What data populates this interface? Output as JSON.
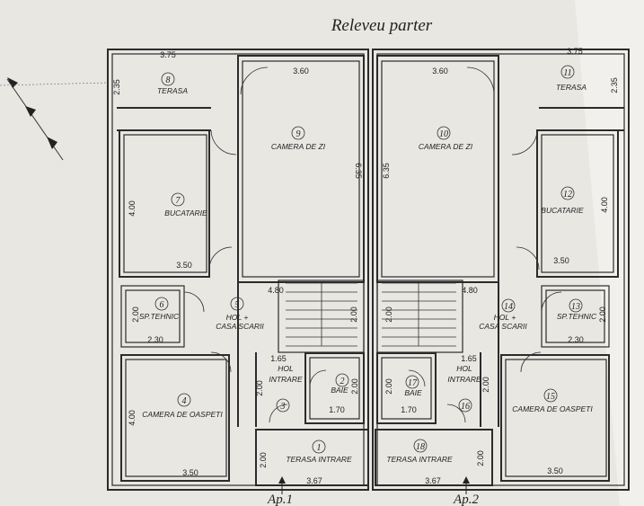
{
  "title": "Releveu parter",
  "rooms": [
    {
      "num": "8",
      "name": "TERASA"
    },
    {
      "num": "9",
      "name": "CAMERA DE ZI"
    },
    {
      "num": "7",
      "name": "BUCATARIE"
    },
    {
      "num": "6",
      "name": "SP.TEHNIC"
    },
    {
      "num": "5",
      "name": "HOL +",
      "name2": "CASA SCARII"
    },
    {
      "num": "4",
      "name": "CAMERA DE OASPETI"
    },
    {
      "num": "3",
      "name": ""
    },
    {
      "num": "2",
      "name": "BAIE"
    },
    {
      "num": "1",
      "name": "TERASA INTRARE"
    },
    {
      "num": "",
      "name": "HOL",
      "name2": "INTRARE"
    },
    {
      "num": "10",
      "name": "CAMERA DE ZI"
    },
    {
      "num": "11",
      "name": "TERASA"
    },
    {
      "num": "12",
      "name": "BUCATARIE"
    },
    {
      "num": "13",
      "name": "SP.TEHNIC"
    },
    {
      "num": "14",
      "name": "HOL +",
      "name2": "CASA SCARII"
    },
    {
      "num": "15",
      "name": "CAMERA DE OASPETI"
    },
    {
      "num": "16",
      "name": ""
    },
    {
      "num": "17",
      "name": "BAIE"
    },
    {
      "num": "18",
      "name": "TERASA INTRARE"
    },
    {
      "num": "",
      "name": "HOL",
      "name2": "INTRARE"
    }
  ],
  "dims": {
    "d375a": "3.75",
    "d235a": "2.35",
    "d360a": "3.60",
    "d635a": "6.35",
    "d400a": "4.00",
    "d350a": "3.50",
    "d480a": "4.80",
    "d200a": "2.00",
    "d230a": "2.30",
    "d165a": "1.65",
    "d170a": "1.70",
    "d367a": "3.67",
    "d375b": "3.75",
    "d235b": "2.35",
    "d360b": "3.60",
    "d635b": "6.35",
    "d400b": "4.00",
    "d350b": "3.50",
    "d480b": "4.80",
    "d200b": "2.00",
    "d230b": "2.30",
    "d165b": "1.65",
    "d170b": "1.70",
    "d367b": "3.67"
  },
  "labels": {
    "ap1": "Ap.1",
    "ap2": "Ap.2"
  }
}
